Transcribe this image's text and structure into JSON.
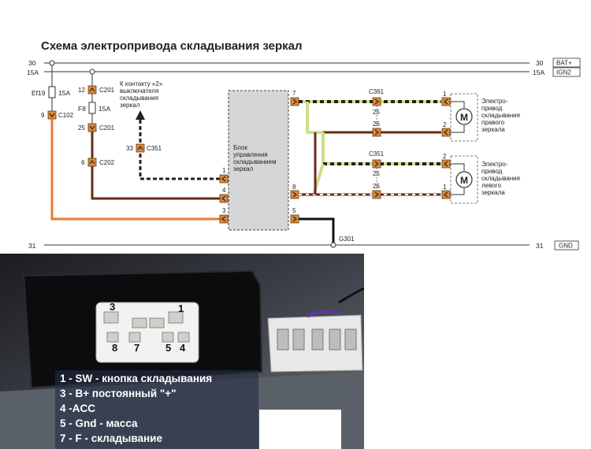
{
  "title": "Схема электропривода складывания зеркал",
  "buses": {
    "bat": {
      "num_left": "30",
      "num_right": "30",
      "label": "BAT+"
    },
    "ign": {
      "num_left": "15A",
      "num_right": "15A",
      "label": "IGN2"
    },
    "gnd": {
      "num_left": "31",
      "num_right": "31",
      "label": "GND"
    }
  },
  "fuses": {
    "ef19": {
      "name": "Ef19",
      "rating": "15A"
    },
    "f8": {
      "name": "F8",
      "rating": "15A"
    }
  },
  "connectors": {
    "c102": {
      "pin": "9",
      "name": "C102"
    },
    "c201_top": {
      "pin": "12",
      "name": "C201"
    },
    "c201_bot": {
      "pin": "25",
      "name": "C201"
    },
    "c202": {
      "pin": "6",
      "name": "C202"
    },
    "c351": {
      "pin": "33",
      "name": "C351"
    },
    "c361": {
      "name": "C361",
      "pin_a": "25",
      "pin_b": "26"
    },
    "c351_right": {
      "name": "C351",
      "pin_a": "25",
      "pin_b": "26"
    }
  },
  "switch_note": [
    "К контакту «2»",
    "выключателя",
    "складывания",
    "зеркал"
  ],
  "control_unit": {
    "label": [
      "Блок",
      "управления",
      "складыванием",
      "зеркал"
    ],
    "pins": {
      "p1": "1",
      "p4": "4",
      "p3": "3",
      "p7": "7",
      "p8": "8",
      "p5": "5"
    }
  },
  "ground_label": "G301",
  "motors": {
    "right": {
      "label": [
        "Электро-",
        "привод",
        "складывания",
        "правого",
        "зеркала"
      ],
      "pin_a": "1",
      "pin_b": "2",
      "symbol": "M"
    },
    "left": {
      "label": [
        "Электро-",
        "привод",
        "складывания",
        "левого",
        "зеркала"
      ],
      "pin_a": "2",
      "pin_b": "1",
      "symbol": "M"
    }
  },
  "photo": {
    "pins": {
      "p3": "3",
      "p1": "1",
      "p8": "8",
      "p7": "7",
      "p5": "5",
      "p4": "4"
    },
    "legend": [
      "1 - SW - кнопка складывания",
      "3 - B+  постоянный \"+\"",
      "4 -ACC",
      "5 - Gnd - масса",
      "7 - F - складывание"
    ]
  },
  "colors": {
    "orange_wire": "#e87a2e",
    "brown_wire": "#6b2a1a",
    "green_wire": "#cbe08a",
    "connector": "#d98b3e",
    "control_unit_fill": "#d6d6d6"
  }
}
